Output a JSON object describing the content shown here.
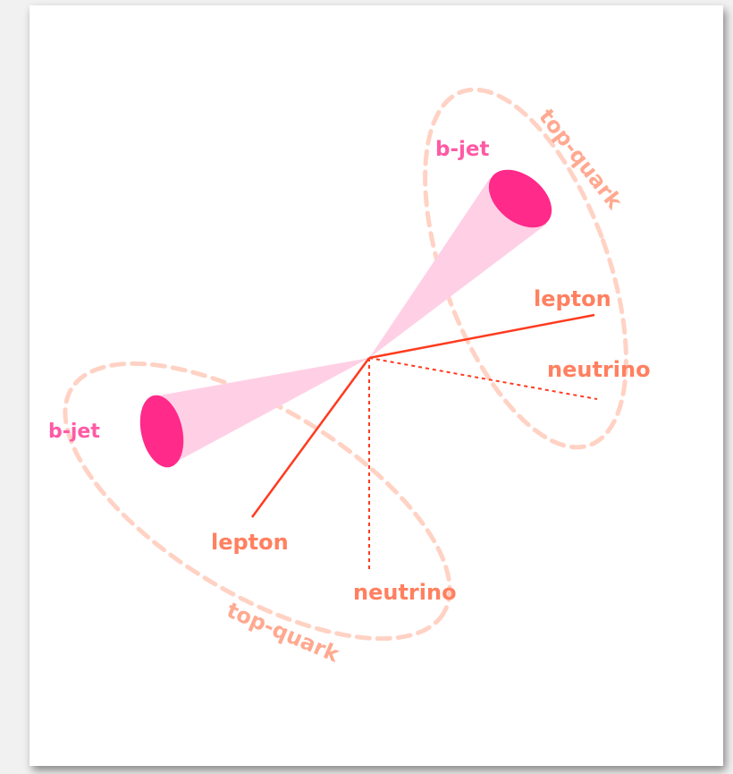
{
  "diagram": {
    "top_quark_upper_label": "top-quark",
    "top_quark_lower_label": "top-quark",
    "b_jet_upper_label": "b-jet",
    "b_jet_lower_label": "b-jet",
    "lepton_upper_label": "lepton",
    "lepton_lower_label": "lepton",
    "neutrino_upper_label": "neutrino",
    "neutrino_lower_label": "neutrino"
  },
  "colors": {
    "page_background": "#f1f1f1",
    "card_background": "#ffffff",
    "jet_cone": "#ffd0e5",
    "jet_face": "#ff2a8a",
    "b_jet_label": "#ff5aa5",
    "lepton_line": "#ff3a1e",
    "particle_label": "#ff8060",
    "top_quark_outline": "#ffd2c4",
    "top_quark_label": "#ffa990"
  }
}
